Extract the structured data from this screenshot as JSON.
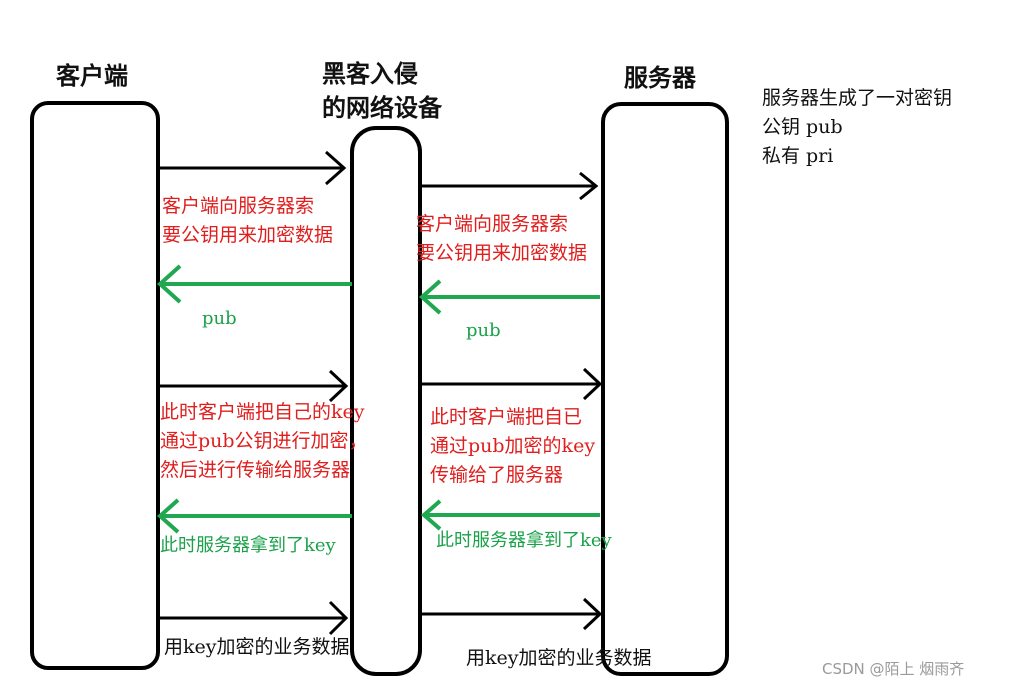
{
  "nodes": {
    "client": "客户端",
    "hacker_line1": "黑客入侵",
    "hacker_line2": "的网络设备",
    "server": "服务器"
  },
  "server_note": {
    "line1": "服务器生成了一对密钥",
    "line2": "公钥 pub",
    "line3": "私有 pri"
  },
  "labels": {
    "req_left_1": "客户端向服务器索",
    "req_left_2": "要公钥用来加密数据",
    "req_right_1": "客户端向服务器索",
    "req_right_2": "要公钥用来加密数据",
    "pub_left": "pub",
    "pub_right": "pub",
    "key_left_1": "此时客户端把自己的key",
    "key_left_2": "通过pub公钥进行加密，",
    "key_left_3": "然后进行传输给服务器",
    "key_right_1": "此时客户端把自已",
    "key_right_2": "通过pub加密的key",
    "key_right_3": "传输给了服务器",
    "got_key_left": "此时服务器拿到了key",
    "got_key_right": "此时服务器拿到了key",
    "biz_left": "用key加密的业务数据",
    "biz_right": "用key加密的业务数据"
  },
  "watermark": "CSDN @陌上 烟雨齐",
  "colors": {
    "request_arrow": "#000000",
    "response_arrow": "#1fa84f",
    "request_text": "#e01e1e",
    "response_text": "#1aa14a"
  }
}
